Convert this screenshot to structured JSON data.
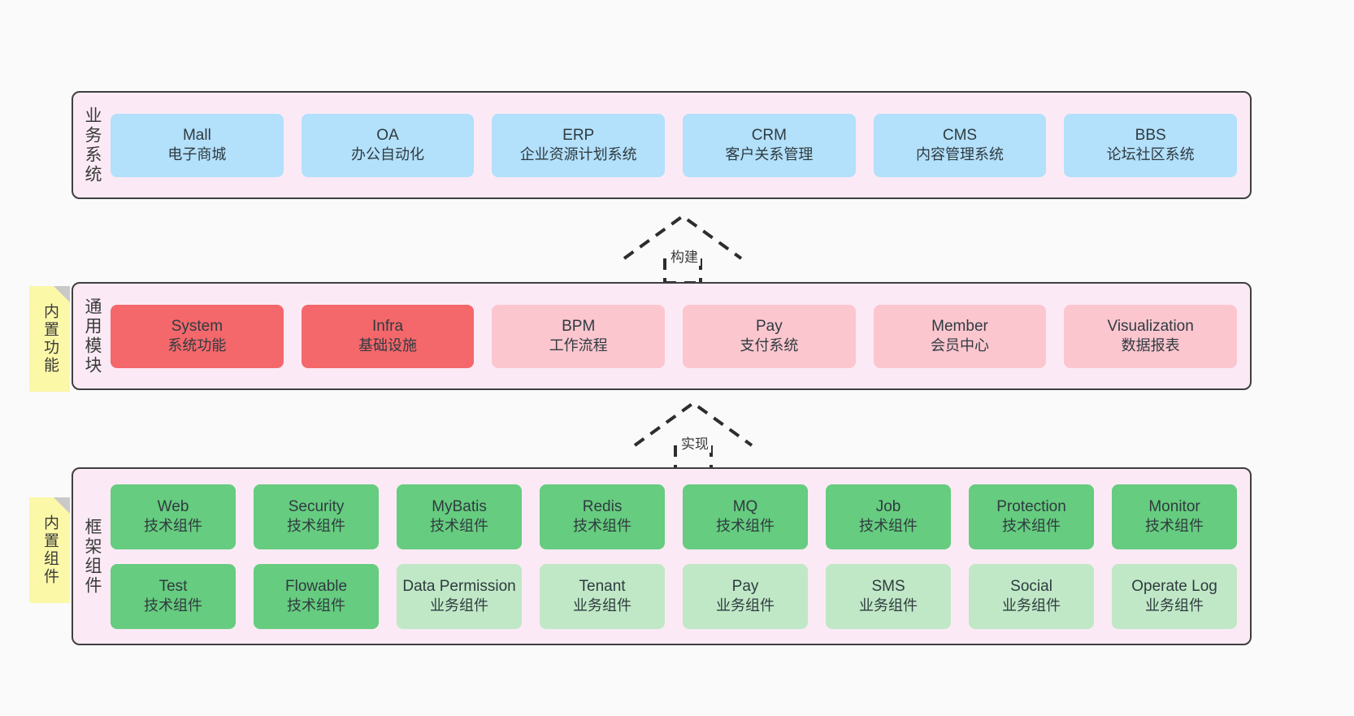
{
  "diagram": {
    "background_color": "#fafafa",
    "panel_color": "#fbeaf5",
    "panel_border_color": "#3f3f3f",
    "sticky_color": "#fbf8a8"
  },
  "stickies": [
    {
      "name": "builtin-functions",
      "label": "内置功能"
    },
    {
      "name": "builtin-components",
      "label": "内置组件"
    }
  ],
  "connectors": [
    {
      "name": "build",
      "label": "构建"
    },
    {
      "name": "implement",
      "label": "实现"
    }
  ],
  "layers": [
    {
      "id": "business",
      "label": "业务系统",
      "rows": [
        {
          "cards": [
            {
              "name": "mall",
              "title": "Mall",
              "subtitle": "电子商城",
              "color": "#b3e0fb",
              "variant": "c-blue"
            },
            {
              "name": "oa",
              "title": "OA",
              "subtitle": "办公自动化",
              "color": "#b3e0fb",
              "variant": "c-blue"
            },
            {
              "name": "erp",
              "title": "ERP",
              "subtitle": "企业资源计划系统",
              "color": "#b3e0fb",
              "variant": "c-blue"
            },
            {
              "name": "crm",
              "title": "CRM",
              "subtitle": "客户关系管理",
              "color": "#b3e0fb",
              "variant": "c-blue"
            },
            {
              "name": "cms",
              "title": "CMS",
              "subtitle": "内容管理系统",
              "color": "#b3e0fb",
              "variant": "c-blue"
            },
            {
              "name": "bbs",
              "title": "BBS",
              "subtitle": "论坛社区系统",
              "color": "#b3e0fb",
              "variant": "c-blue"
            }
          ]
        }
      ]
    },
    {
      "id": "modules",
      "label": "通用模块",
      "rows": [
        {
          "cards": [
            {
              "name": "system",
              "title": "System",
              "subtitle": "系统功能",
              "color": "#f4676b",
              "variant": "c-red"
            },
            {
              "name": "infra",
              "title": "Infra",
              "subtitle": "基础设施",
              "color": "#f4676b",
              "variant": "c-red"
            },
            {
              "name": "bpm",
              "title": "BPM",
              "subtitle": "工作流程",
              "color": "#fcc6cf",
              "variant": "c-pink"
            },
            {
              "name": "pay",
              "title": "Pay",
              "subtitle": "支付系统",
              "color": "#fcc6cf",
              "variant": "c-pink"
            },
            {
              "name": "member",
              "title": "Member",
              "subtitle": "会员中心",
              "color": "#fcc6cf",
              "variant": "c-pink"
            },
            {
              "name": "visualization",
              "title": "Visualization",
              "subtitle": "数据报表",
              "color": "#fcc6cf",
              "variant": "c-pink"
            }
          ]
        }
      ]
    },
    {
      "id": "framework",
      "label": "框架组件",
      "rows": [
        {
          "cards": [
            {
              "name": "web",
              "title": "Web",
              "subtitle": "技术组件",
              "color": "#66cc7f",
              "variant": "c-green"
            },
            {
              "name": "security",
              "title": "Security",
              "subtitle": "技术组件",
              "color": "#66cc7f",
              "variant": "c-green"
            },
            {
              "name": "mybatis",
              "title": "MyBatis",
              "subtitle": "技术组件",
              "color": "#66cc7f",
              "variant": "c-green"
            },
            {
              "name": "redis",
              "title": "Redis",
              "subtitle": "技术组件",
              "color": "#66cc7f",
              "variant": "c-green"
            },
            {
              "name": "mq",
              "title": "MQ",
              "subtitle": "技术组件",
              "color": "#66cc7f",
              "variant": "c-green"
            },
            {
              "name": "job",
              "title": "Job",
              "subtitle": "技术组件",
              "color": "#66cc7f",
              "variant": "c-green"
            },
            {
              "name": "protection",
              "title": "Protection",
              "subtitle": "技术组件",
              "color": "#66cc7f",
              "variant": "c-green"
            },
            {
              "name": "monitor",
              "title": "Monitor",
              "subtitle": "技术组件",
              "color": "#66cc7f",
              "variant": "c-green"
            }
          ]
        },
        {
          "cards": [
            {
              "name": "test",
              "title": "Test",
              "subtitle": "技术组件",
              "color": "#66cc7f",
              "variant": "c-green"
            },
            {
              "name": "flowable",
              "title": "Flowable",
              "subtitle": "技术组件",
              "color": "#66cc7f",
              "variant": "c-green"
            },
            {
              "name": "data-permission",
              "title": "Data Permission",
              "subtitle": "业务组件",
              "color": "#c0e8c6",
              "variant": "c-lightgreen"
            },
            {
              "name": "tenant",
              "title": "Tenant",
              "subtitle": "业务组件",
              "color": "#c0e8c6",
              "variant": "c-lightgreen"
            },
            {
              "name": "pay",
              "title": "Pay",
              "subtitle": "业务组件",
              "color": "#c0e8c6",
              "variant": "c-lightgreen"
            },
            {
              "name": "sms",
              "title": "SMS",
              "subtitle": "业务组件",
              "color": "#c0e8c6",
              "variant": "c-lightgreen"
            },
            {
              "name": "social",
              "title": "Social",
              "subtitle": "业务组件",
              "color": "#c0e8c6",
              "variant": "c-lightgreen"
            },
            {
              "name": "operate-log",
              "title": "Operate Log",
              "subtitle": "业务组件",
              "color": "#c0e8c6",
              "variant": "c-lightgreen"
            }
          ]
        }
      ]
    }
  ]
}
